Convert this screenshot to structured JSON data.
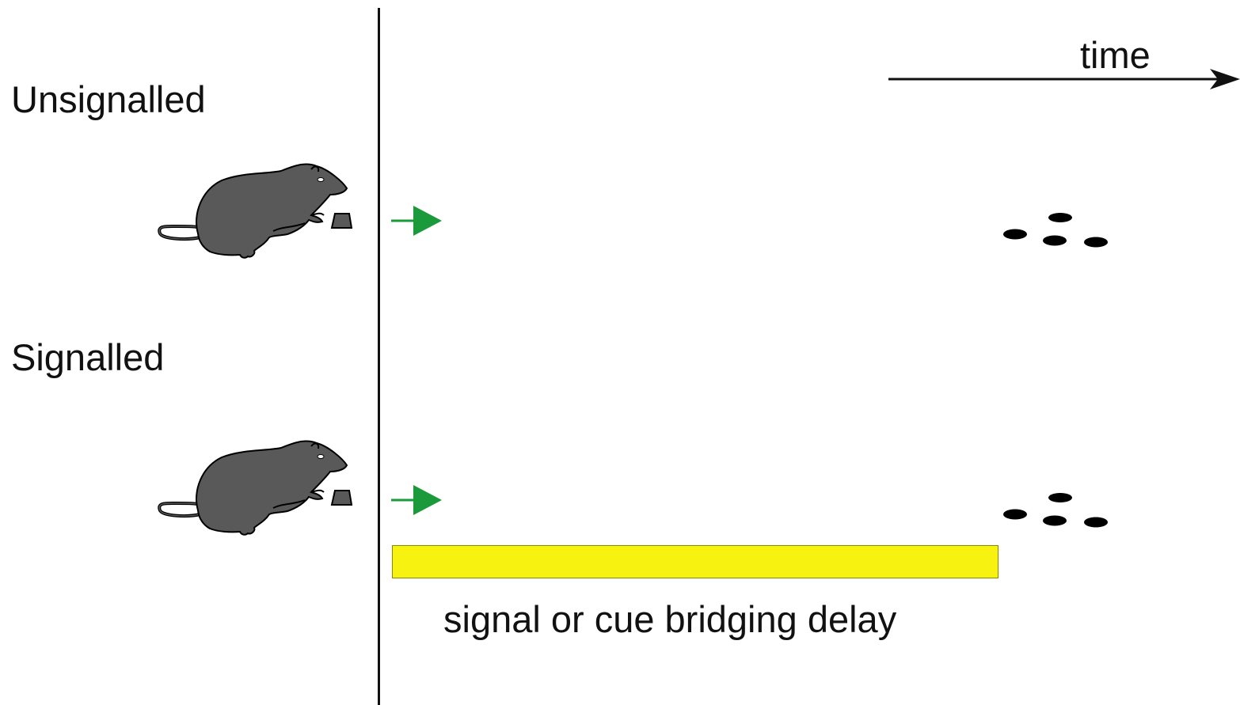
{
  "labels": {
    "unsignalled": "Unsignalled",
    "signalled": "Signalled",
    "time": "time",
    "signal_caption": "signal or cue bridging delay"
  },
  "colors": {
    "rat_fill": "#595959",
    "rat_outline": "#000000",
    "response_arrow": "#1a9a3a",
    "signal_bar": "#f8f211",
    "pellet": "#000000",
    "line": "#111111"
  },
  "icons": {
    "rat": "rat-icon",
    "response": "right-arrow-icon",
    "food": "food-pellets-icon",
    "lever": "lever-icon"
  }
}
